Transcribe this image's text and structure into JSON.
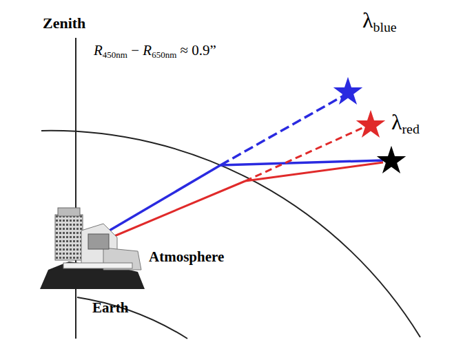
{
  "diagram": {
    "labels": [
      "Zenith",
      "R450nm − R650nm ≈ 0.9”",
      "λblue",
      "λred",
      "Atmosphere",
      "Earth"
    ]
  }
}
